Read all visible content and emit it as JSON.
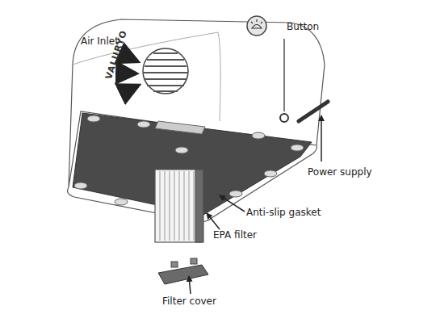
{
  "diagram": {
    "labels": [
      "Air Inlet",
      "VALURYO",
      "Button",
      "Power supply",
      "Anti-slip gasket",
      "EPA filter",
      "Filter cover"
    ]
  }
}
